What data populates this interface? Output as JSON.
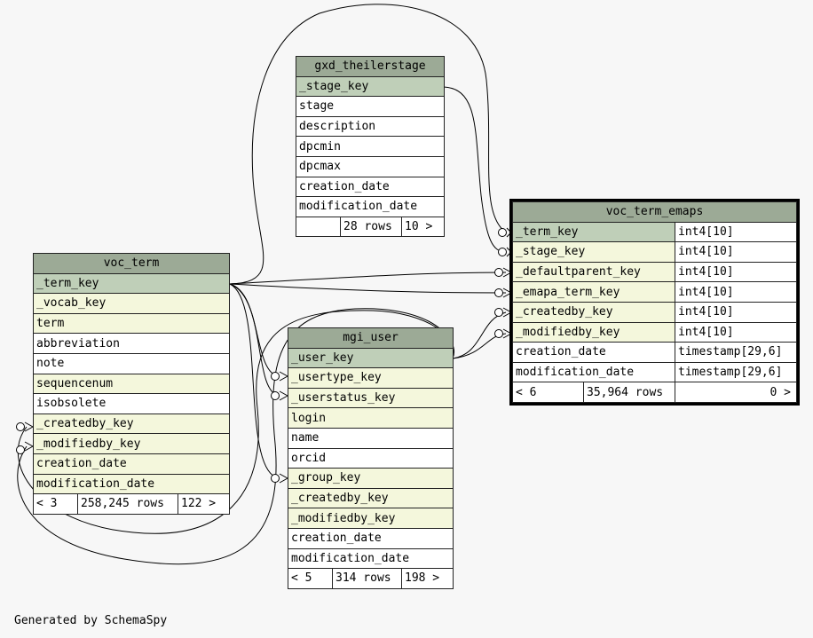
{
  "footer": "Generated by SchemaSpy",
  "tables": {
    "gxd_theilerstage": {
      "name": "gxd_theilerstage",
      "pk": "_stage_key",
      "cols": [
        "stage",
        "description",
        "dpcmin",
        "dpcmax",
        "creation_date",
        "modification_date"
      ],
      "foot": {
        "rows": "28 rows",
        "right": "10 >"
      }
    },
    "voc_term_emaps": {
      "name": "voc_term_emaps",
      "pk": {
        "name": "_term_key",
        "type": "int4[10]"
      },
      "fks": [
        {
          "name": "_stage_key",
          "type": "int4[10]"
        },
        {
          "name": "_defaultparent_key",
          "type": "int4[10]"
        },
        {
          "name": "_emapa_term_key",
          "type": "int4[10]"
        },
        {
          "name": "_createdby_key",
          "type": "int4[10]"
        },
        {
          "name": "_modifiedby_key",
          "type": "int4[10]"
        }
      ],
      "cols": [
        {
          "name": "creation_date",
          "type": "timestamp[29,6]"
        },
        {
          "name": "modification_date",
          "type": "timestamp[29,6]"
        }
      ],
      "foot": {
        "left": "< 6",
        "rows": "35,964 rows",
        "right": "0 >"
      }
    },
    "voc_term": {
      "name": "voc_term",
      "pk": "_term_key",
      "fk1": "_vocab_key",
      "cols_a": [
        "term",
        "abbreviation",
        "note",
        "sequencenum",
        "isobsolete"
      ],
      "fk2": [
        "_createdby_key",
        "_modifiedby_key"
      ],
      "cols_b": [
        "creation_date",
        "modification_date"
      ],
      "foot": {
        "left": "< 3",
        "rows": "258,245 rows",
        "right": "122 >"
      }
    },
    "mgi_user": {
      "name": "mgi_user",
      "pk": "_user_key",
      "fk1": [
        "_usertype_key",
        "_userstatus_key",
        "login"
      ],
      "cols_a": [
        "name",
        "orcid"
      ],
      "fk2": [
        "_group_key",
        "_createdby_key",
        "_modifiedby_key"
      ],
      "cols_b": [
        "creation_date",
        "modification_date"
      ],
      "foot": {
        "left": "< 5",
        "rows": "314 rows",
        "right": "198 >"
      }
    }
  }
}
